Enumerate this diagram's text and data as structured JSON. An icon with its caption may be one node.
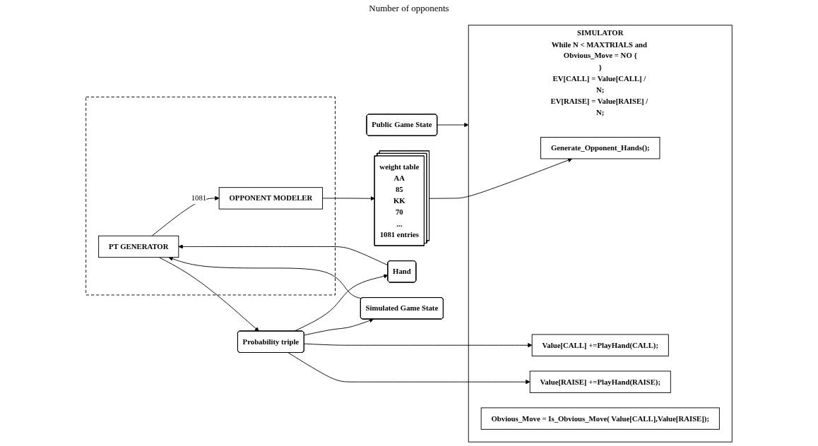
{
  "diagram": {
    "nodes": [
      {
        "text": [
          "Public Game State"
        ]
      },
      {
        "text": [],
        "shape": "box"
      },
      {
        "text": [
          "OPPONENT MODELER"
        ],
        "in": 1
      },
      {
        "text": [
          "PT GENERATOR"
        ],
        "in": 1
      },
      {
        "text": [
          "weight table",
          "AA",
          "85",
          "KK",
          "70",
          "...",
          "1081 entries"
        ]
      },
      {
        "text": [
          "Probability triple"
        ]
      },
      {
        "text": [
          "Hand"
        ]
      },
      {
        "text": [
          "Simulated Game State"
        ]
      },
      {
        "text": [
          "SIMULATOR",
          "While N < MAXTRIALS and Obvious_Move = NO {",
          "}",
          "EV[CALL] = Value[CALL] / N;",
          "EV[RAISE] = Value[RAISE] / N;"
        ]
      },
      {
        "text": [
          "Generate_Opponent_Hands();"
        ],
        "in": 8
      },
      {
        "text": [
          "Value[CALL] +=PlayHand(CALL);"
        ],
        "in": 8
      },
      {
        "text": [
          "Value[RAISE] +=PlayHand(RAISE);"
        ],
        "in": 8
      },
      {
        "text": [
          "Obvious_Move = Is_Obvious_Move( Value[CALL],Value[RAISE]);"
        ],
        "in": 8
      }
    ],
    "edges": [
      {
        "from": 0,
        "to": 8,
        "arrow": "to"
      },
      {
        "from": 3,
        "to": 2,
        "label": "1081",
        "arrow": "to"
      },
      {
        "from": 2,
        "to": 4,
        "arrow": "to"
      },
      {
        "from": 4,
        "to": 9,
        "arrow": "to"
      },
      {
        "from": 3,
        "to": 5,
        "arrow": "to"
      },
      {
        "from": 6,
        "to": 3,
        "arrow": "to"
      },
      {
        "from": 7,
        "to": 3,
        "arrow": "to"
      },
      {
        "from": 5,
        "to": 10,
        "arrow": "to"
      },
      {
        "from": 5,
        "to": 11,
        "arrow": "to"
      },
      {
        "from": 5,
        "to": 6,
        "arrow": "to"
      },
      {
        "from": 5,
        "to": 7,
        "arrow": "to"
      }
    ],
    "labels": [
      "Number of opponents"
    ]
  }
}
